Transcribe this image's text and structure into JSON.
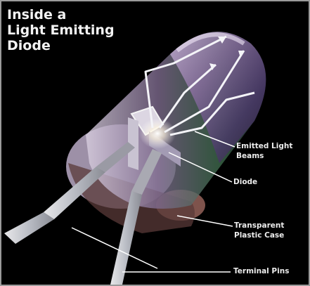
{
  "title": {
    "line1": "Inside a",
    "line2": "Light Emitting",
    "line3": "Diode"
  },
  "labels": {
    "emitted_light": {
      "line1": "Emitted Light",
      "line2": "Beams"
    },
    "diode": "Diode",
    "plastic_case": {
      "line1": "Transparent",
      "line2": "Plastic Case"
    },
    "terminal_pins": "Terminal Pins"
  },
  "colors": {
    "background": "#000000",
    "text": "#ececec",
    "pointer": "#ffffff",
    "case_highlight": "#c8a8d8",
    "base_shadow": "#6b2f2a"
  }
}
